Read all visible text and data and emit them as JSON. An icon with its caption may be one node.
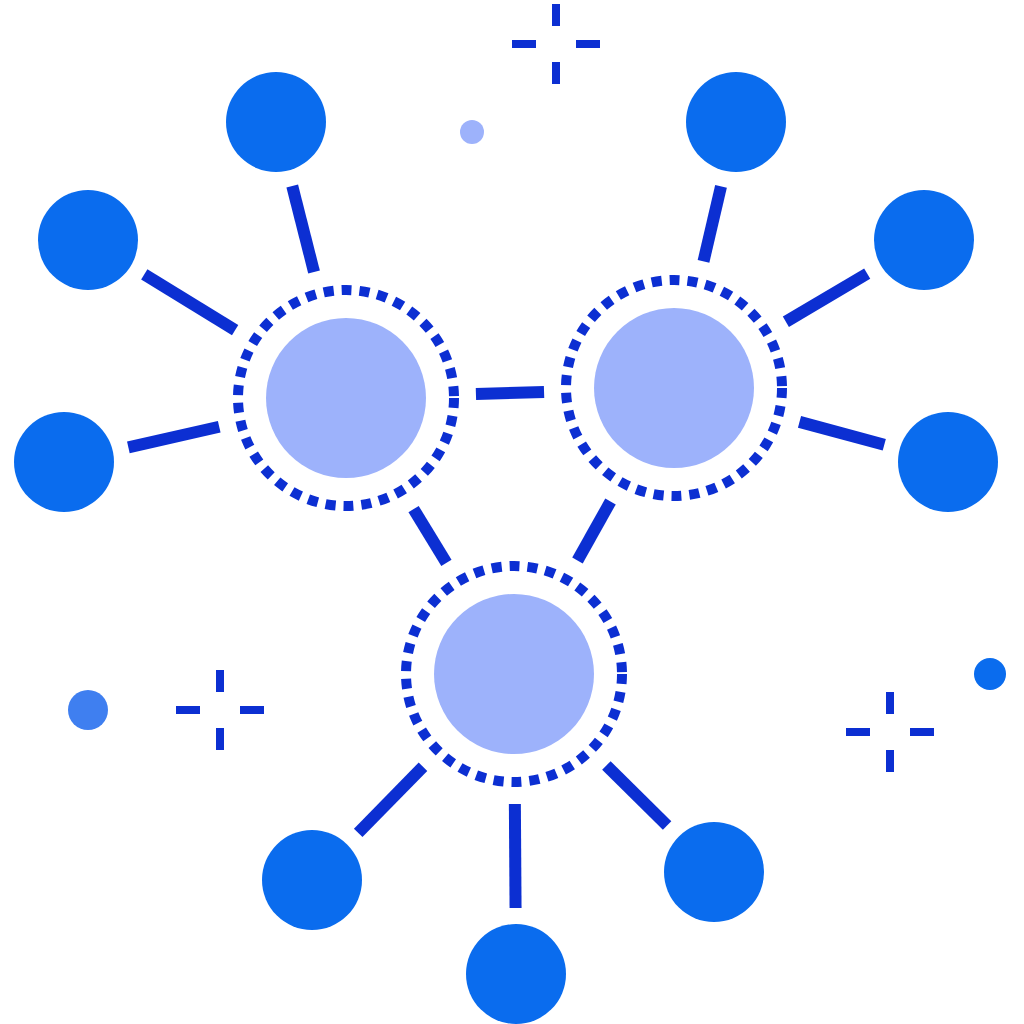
{
  "diagram": {
    "nodes": [
      {
        "text": [],
        "shape": "circle"
      },
      {
        "text": [],
        "shape": "circle"
      },
      {
        "text": [],
        "shape": "circle"
      },
      {
        "text": [],
        "shape": "circle"
      },
      {
        "text": [],
        "shape": "circle"
      },
      {
        "text": [],
        "shape": "circle"
      },
      {
        "text": [],
        "shape": "circle"
      },
      {
        "text": [],
        "shape": "circle"
      },
      {
        "text": [],
        "shape": "circle"
      },
      {
        "text": [],
        "shape": "circle"
      },
      {
        "text": [],
        "shape": "circle"
      },
      {
        "text": [],
        "shape": "circle"
      }
    ],
    "edges": [
      {
        "from": 4,
        "to": 0,
        "arrow": "none"
      },
      {
        "from": 4,
        "to": 2,
        "arrow": "none"
      },
      {
        "from": 4,
        "to": 6,
        "arrow": "none"
      },
      {
        "from": 5,
        "to": 1,
        "arrow": "none"
      },
      {
        "from": 5,
        "to": 3,
        "arrow": "none"
      },
      {
        "from": 5,
        "to": 7,
        "arrow": "none"
      },
      {
        "from": 4,
        "to": 5,
        "arrow": "none"
      },
      {
        "from": 4,
        "to": 8,
        "arrow": "none"
      },
      {
        "from": 5,
        "to": 8,
        "arrow": "none"
      },
      {
        "from": 8,
        "to": 10,
        "arrow": "none"
      },
      {
        "from": 8,
        "to": 11,
        "arrow": "none"
      },
      {
        "from": 8,
        "to": 9,
        "arrow": "none"
      }
    ]
  }
}
